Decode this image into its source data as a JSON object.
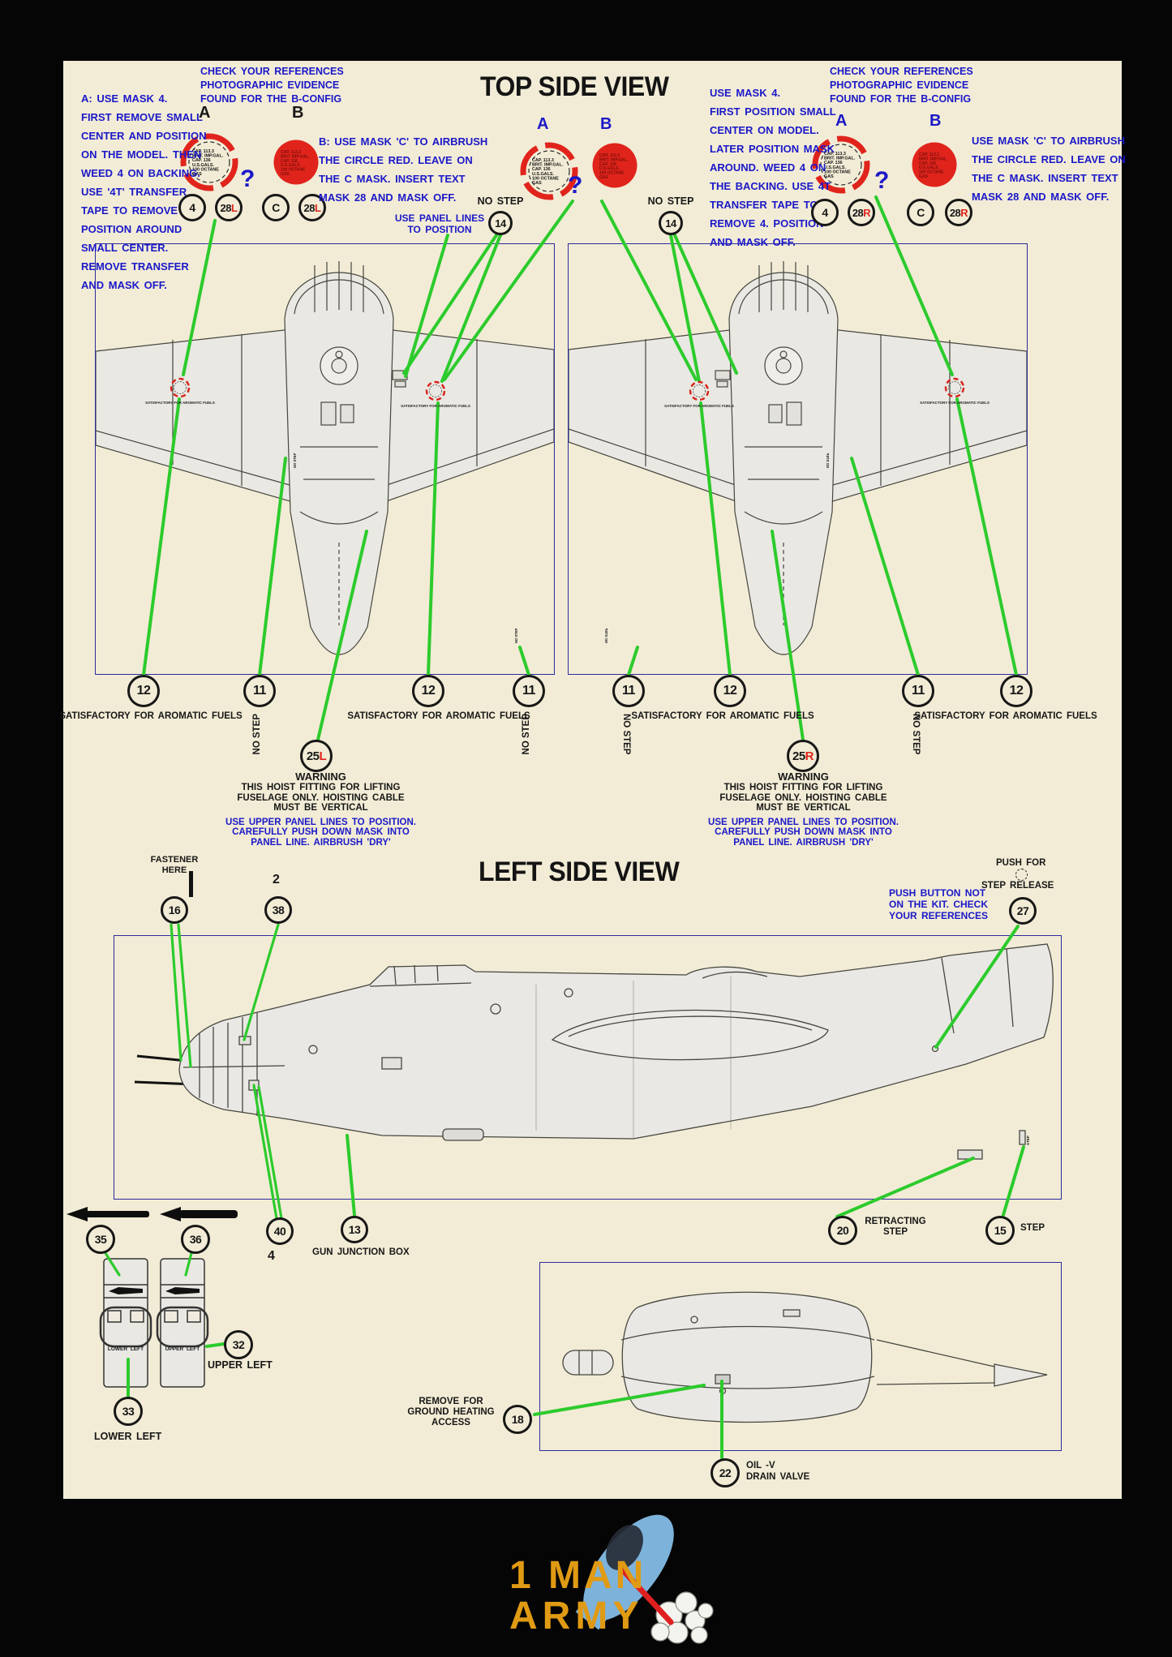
{
  "top_view": {
    "title": "TOP SIDE VIEW",
    "instr_a_left": "A: USE MASK 4.\nFIRST REMOVE SMALL\nCENTER AND POSITION\nON THE MODEL. THEN\nWEED 4 ON BACKING.\nUSE '4T' TRANSFER\nTAPE TO REMOVE 4.\nPOSITION AROUND\nSMALL CENTER.\nREMOVE TRANSFER\nAND MASK OFF.",
    "check_refs": "CHECK YOUR REFERENCES\nPHOTOGRAPHIC EVIDENCE\nFOUND FOR THE B-CONFIG",
    "instr_b_mid": "B: USE MASK 'C' TO AIRBRUSH\nTHE CIRCLE RED. LEAVE ON\nTHE C MASK. INSERT TEXT\nMASK 28 AND MASK OFF.",
    "instr_c_right": "USE MASK 'C' TO AIRBRUSH\nTHE CIRCLE RED. LEAVE ON\nTHE C MASK. INSERT TEXT\nMASK 28 AND MASK OFF.",
    "instr_4_right": "USE MASK 4.\nFIRST POSITION SMALL\nCENTER ON MODEL.\nLATER POSITION MASK\nAROUND. WEED 4 ON\nTHE BACKING. USE 4T\nTRANSFER TAPE TO\nREMOVE 4. POSITION\nAND MASK OFF.",
    "label_a": "A",
    "label_b": "B",
    "question_mark": "?",
    "cap_lines": [
      "CAP. 113.3",
      "BRIT. IMP.GAL.",
      "CAP. 136",
      "U.S.GALS.",
      "100 OCTANE",
      "GAS"
    ],
    "badge_4": "4",
    "badge_c": "C",
    "badge_28": "28",
    "suffix_l": "L",
    "suffix_r": "R",
    "no_step": "NO STEP",
    "badge_14": "14",
    "use_panel_lines": "USE PANEL LINES\nTO POSITION",
    "satisfactory": "SATISFACTORY FOR AROMATIC FUELS",
    "badge_12": "12",
    "badge_11": "11",
    "badge_25": "25",
    "warning_title": "WARNING",
    "warning_body": "THIS HOIST FITTING FOR LIFTING\nFUSELAGE ONLY.  HOISTING CABLE\nMUST BE VERTICAL",
    "warning_blue": "USE UPPER PANEL LINES TO POSITION.\nCAREFULLY PUSH DOWN MASK INTO\nPANEL LINE. AIRBRUSH 'DRY'"
  },
  "side_view": {
    "title": "LEFT SIDE VIEW",
    "fastener_here": "FASTENER\nHERE",
    "badge_16": "16",
    "label_2": "2",
    "badge_38": "38",
    "push_button_note": "PUSH BUTTON NOT\nON THE KIT. CHECK\nYOUR REFERENCES",
    "push_for": "PUSH FOR",
    "step_release": "STEP RELEASE",
    "badge_27": "27",
    "badge_35": "35",
    "badge_36": "36",
    "badge_40": "40",
    "label_4": "4",
    "badge_13": "13",
    "gun_junction_box": "GUN JUNCTION BOX",
    "badge_20": "20",
    "retracting_step": "RETRACTING\nSTEP",
    "badge_15": "15",
    "step_label": "STEP",
    "blister_lower_label": "LOWER LEFT",
    "blister_upper_label": "UPPER LEFT",
    "badge_32": "32",
    "upper_left": "UPPER LEFT",
    "badge_33": "33",
    "lower_left": "LOWER LEFT",
    "remove_for": "REMOVE FOR\nGROUND HEATING\nACCESS",
    "badge_18": "18",
    "badge_22": "22",
    "oil_drain": "OIL -V\nDRAIN VALVE",
    "step_micro": "STEP"
  },
  "logo": {
    "line1": "1 MAN",
    "line2": "ARMY"
  },
  "colors": {
    "paper": "#f2ecd6",
    "blue": "#1b18c8",
    "black": "#171717",
    "red": "#e0241c",
    "dark_red": "#7d0f0a",
    "green": "#2ccb2c",
    "box_border": "#2b2b9b",
    "aircraft_gray": "#e9e8e3",
    "gold": "#e09a14",
    "bomb_blue": "#7db3da"
  }
}
